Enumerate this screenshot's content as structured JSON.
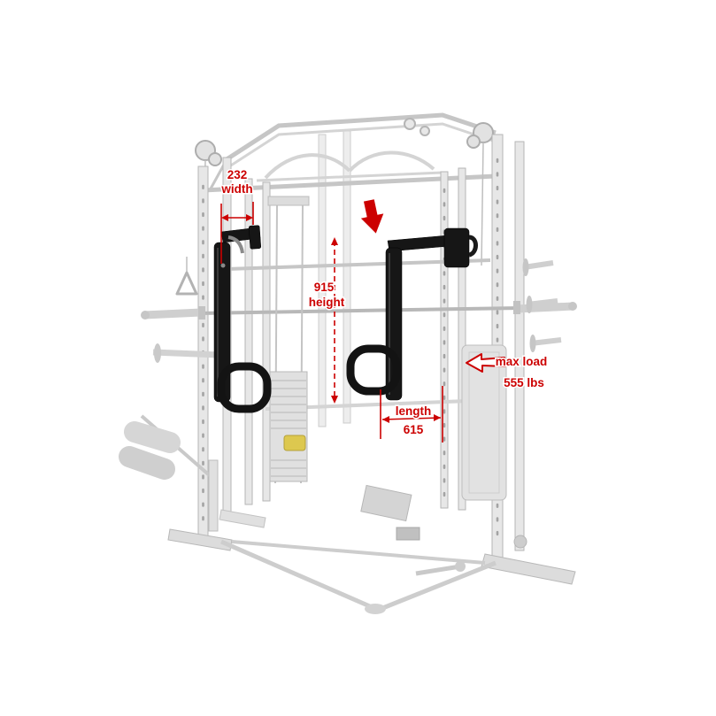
{
  "annotations": {
    "width": {
      "value": "232",
      "label": "width"
    },
    "height": {
      "value": "915",
      "label": "height"
    },
    "length": {
      "label": "length",
      "value": "615"
    },
    "max_load": {
      "label": "max load",
      "value": "555 lbs"
    }
  },
  "colors": {
    "annotation_red": "#cc0000",
    "frame_gray": "#c6c6c6",
    "highlight_black": "#161616",
    "selector_pin_yellow": "#ddc84f",
    "background": "#ffffff"
  }
}
